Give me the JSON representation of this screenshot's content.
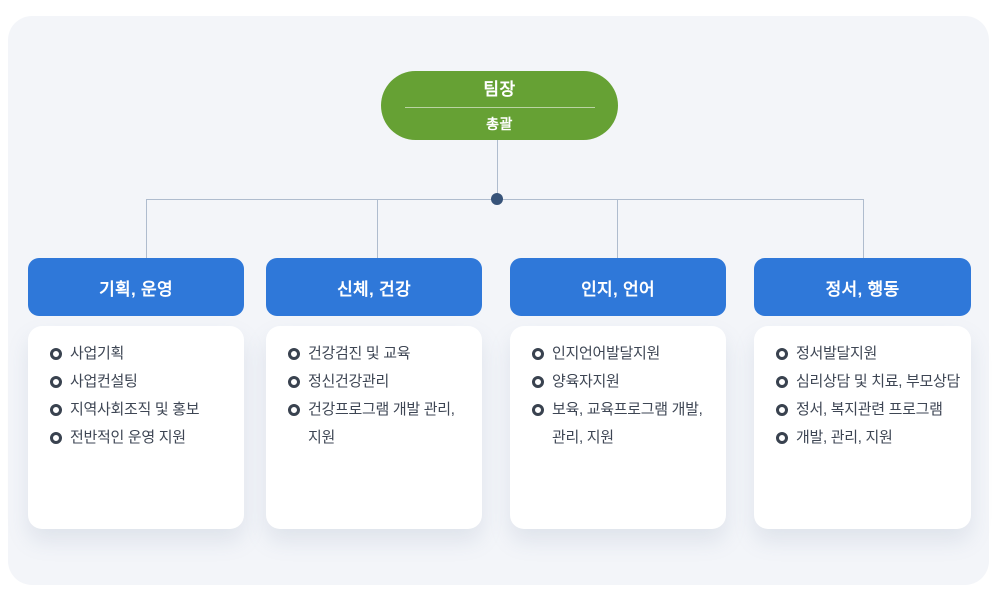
{
  "diagram": {
    "root": {
      "title": "팀장",
      "subtitle": "총괄"
    },
    "columns": [
      {
        "header": "기획, 운영",
        "items": [
          "사업기획",
          "사업컨설팅",
          "지역사회조직 및 홍보",
          "전반적인 운영 지원"
        ]
      },
      {
        "header": "신체, 건강",
        "items": [
          "건강검진 및 교육",
          "정신건강관리",
          "건강프로그램 개발 관리,\n지원"
        ]
      },
      {
        "header": "인지, 언어",
        "items": [
          "인지언어발달지원",
          "양육자지원",
          "보육, 교육프로그램 개발,\n관리, 지원"
        ]
      },
      {
        "header": "정서, 행동",
        "items": [
          "정서발달지원",
          "심리상담 및 치료, 부모상담",
          "정서, 복지관련 프로그램",
          "개발, 관리, 지원"
        ]
      }
    ],
    "colors": {
      "root_green": "#66A134",
      "header_blue": "#2F78D9",
      "connector_line": "#AFBCCE",
      "junction_dot": "#375379",
      "panel_background": "#F3F5F9",
      "body_text": "#3E4654",
      "bullet_ring": "#39424F"
    }
  }
}
